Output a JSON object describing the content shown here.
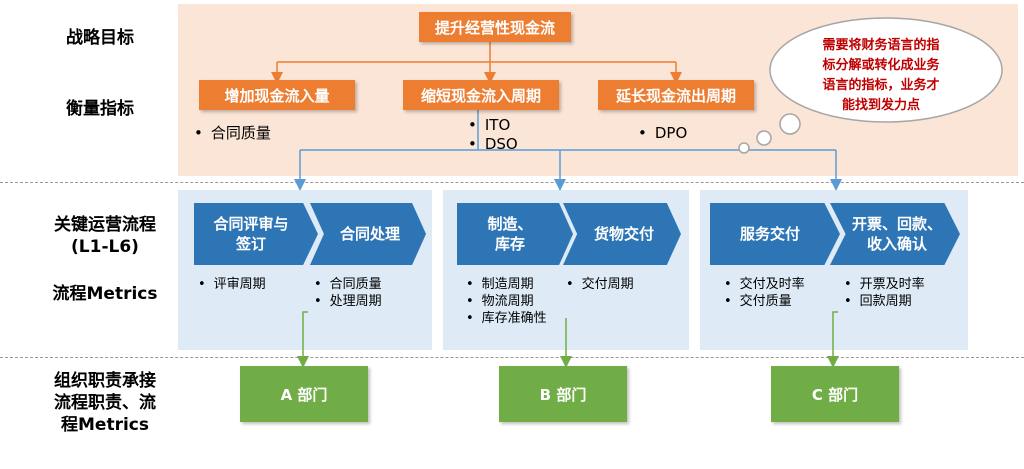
{
  "left_labels": {
    "strategy": "战略目标",
    "measure": "衡量指标",
    "key_process_1": "关键运营流程",
    "key_process_2": "(L1-L6)",
    "process_metrics": "流程Metrics",
    "org_1": "组织职责承接",
    "org_2": "流程职责、流",
    "org_3": "程Metrics"
  },
  "goal": "提升经营性现金流",
  "measures": [
    {
      "title": "增加现金流入量",
      "kpis": [
        "合同质量"
      ]
    },
    {
      "title": "缩短现金流入周期",
      "kpis": [
        "ITO",
        "DSO"
      ]
    },
    {
      "title": "延长现金流出周期",
      "kpis": [
        "DPO"
      ]
    }
  ],
  "cloud": {
    "lines": [
      "需要将财务语言的指",
      "标分解或转化成业务",
      "语言的指标，业务才",
      "能找到发力点"
    ]
  },
  "groups": [
    {
      "steps": [
        {
          "label_lines": [
            "合同评审与",
            "签订"
          ],
          "metrics": [
            "评审周期"
          ]
        },
        {
          "label_lines": [
            "合同处理"
          ],
          "metrics": [
            "合同质量",
            "处理周期"
          ]
        }
      ],
      "department": "A 部门"
    },
    {
      "steps": [
        {
          "label_lines": [
            "制造、",
            "库存"
          ],
          "metrics": [
            "制造周期",
            "物流周期",
            "库存准确性"
          ]
        },
        {
          "label_lines": [
            "货物交付"
          ],
          "metrics": [
            "交付周期"
          ]
        }
      ],
      "department": "B 部门"
    },
    {
      "steps": [
        {
          "label_lines": [
            "服务交付"
          ],
          "metrics": [
            "交付及时率",
            "交付质量"
          ]
        },
        {
          "label_lines": [
            "开票、回款、",
            "收入确认"
          ],
          "metrics": [
            "开票及时率",
            "回款周期"
          ]
        }
      ],
      "department": "C 部门"
    }
  ],
  "colors": {
    "orange": "#ed7d31",
    "blue": "#2e75b6",
    "green": "#70ad47",
    "top_panel": "#fbe5d6",
    "mid_panel": "#deebf7",
    "cloud_text": "#c00000"
  }
}
